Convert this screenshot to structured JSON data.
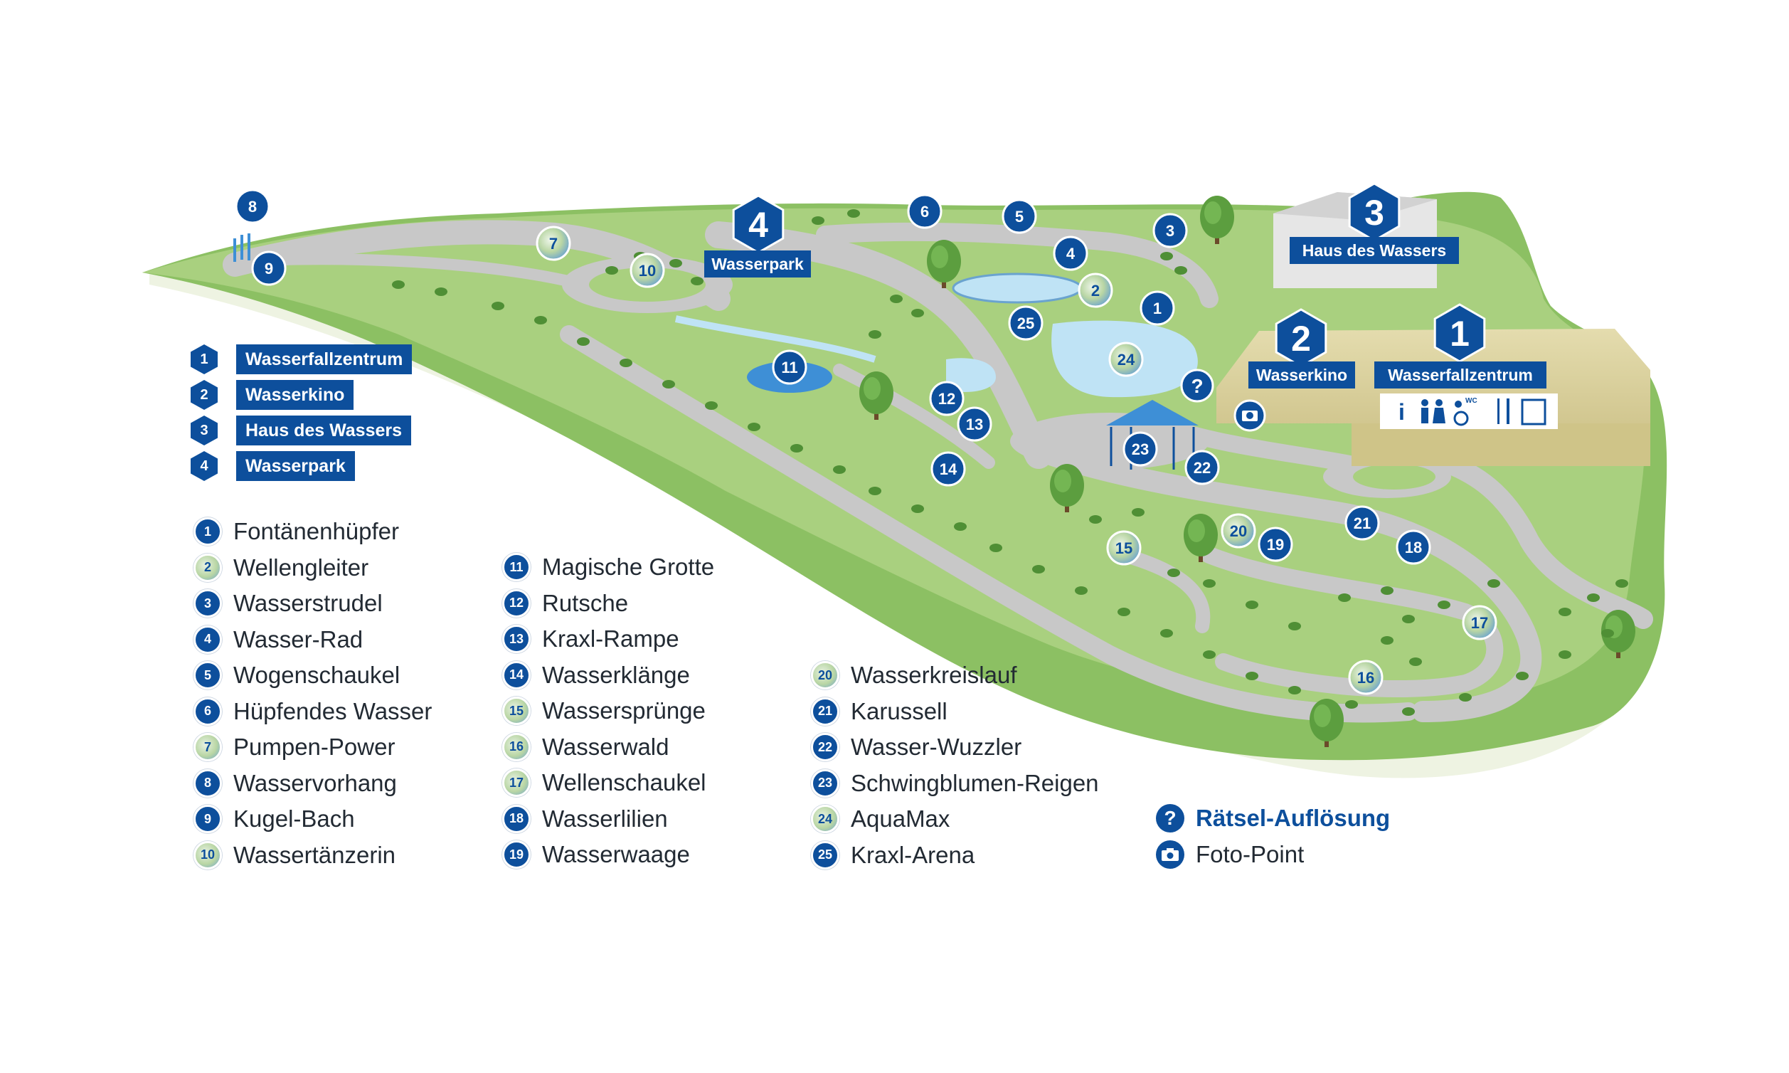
{
  "colors": {
    "brand_blue": "#0d4f9c",
    "grass": "#8cc063",
    "grass_light": "#a9d07f",
    "path": "#c8c8c8",
    "water": "#bfe3f5",
    "building": "#d9cf9b"
  },
  "map": {
    "areas": [
      {
        "num": "1",
        "label": "Wasserfallzentrum"
      },
      {
        "num": "2",
        "label": "Wasserkino"
      },
      {
        "num": "3",
        "label": "Haus des Wassers"
      },
      {
        "num": "4",
        "label": "Wasserpark"
      }
    ],
    "pins": [
      {
        "num": "1",
        "style": "dark"
      },
      {
        "num": "2",
        "style": "light"
      },
      {
        "num": "3",
        "style": "dark"
      },
      {
        "num": "4",
        "style": "dark"
      },
      {
        "num": "5",
        "style": "dark"
      },
      {
        "num": "6",
        "style": "dark"
      },
      {
        "num": "7",
        "style": "light"
      },
      {
        "num": "8",
        "style": "dark"
      },
      {
        "num": "9",
        "style": "dark"
      },
      {
        "num": "10",
        "style": "light"
      },
      {
        "num": "11",
        "style": "dark"
      },
      {
        "num": "12",
        "style": "dark"
      },
      {
        "num": "13",
        "style": "dark"
      },
      {
        "num": "14",
        "style": "dark"
      },
      {
        "num": "15",
        "style": "light"
      },
      {
        "num": "16",
        "style": "light"
      },
      {
        "num": "17",
        "style": "light"
      },
      {
        "num": "18",
        "style": "dark"
      },
      {
        "num": "19",
        "style": "dark"
      },
      {
        "num": "20",
        "style": "light"
      },
      {
        "num": "21",
        "style": "dark"
      },
      {
        "num": "22",
        "style": "dark"
      },
      {
        "num": "23",
        "style": "dark"
      },
      {
        "num": "24",
        "style": "light"
      },
      {
        "num": "25",
        "style": "dark"
      }
    ],
    "facility_icons": [
      "info-icon",
      "toilets-icon",
      "accessible-wc-icon",
      "restaurant-icon",
      "shop-icon"
    ],
    "question_pin": "?",
    "camera_pin": "camera-icon"
  },
  "legend": {
    "areas": [
      {
        "num": "1",
        "label": "Wasserfallzentrum"
      },
      {
        "num": "2",
        "label": "Wasserkino"
      },
      {
        "num": "3",
        "label": "Haus des Wassers"
      },
      {
        "num": "4",
        "label": "Wasserpark"
      }
    ],
    "columns": [
      [
        {
          "num": "1",
          "label": "Fontänenhüpfer",
          "style": "dark"
        },
        {
          "num": "2",
          "label": "Wellengleiter",
          "style": "light"
        },
        {
          "num": "3",
          "label": "Wasserstrudel",
          "style": "dark"
        },
        {
          "num": "4",
          "label": "Wasser-Rad",
          "style": "dark"
        },
        {
          "num": "5",
          "label": "Wogenschaukel",
          "style": "dark"
        },
        {
          "num": "6",
          "label": "Hüpfendes Wasser",
          "style": "dark"
        },
        {
          "num": "7",
          "label": "Pumpen-Power",
          "style": "light"
        },
        {
          "num": "8",
          "label": "Wasservorhang",
          "style": "dark"
        },
        {
          "num": "9",
          "label": "Kugel-Bach",
          "style": "dark"
        },
        {
          "num": "10",
          "label": "Wassertänzerin",
          "style": "light"
        }
      ],
      [
        {
          "num": "11",
          "label": "Magische Grotte",
          "style": "dark"
        },
        {
          "num": "12",
          "label": "Rutsche",
          "style": "dark"
        },
        {
          "num": "13",
          "label": "Kraxl-Rampe",
          "style": "dark"
        },
        {
          "num": "14",
          "label": "Wasserklänge",
          "style": "dark"
        },
        {
          "num": "15",
          "label": "Wassersprünge",
          "style": "light"
        },
        {
          "num": "16",
          "label": "Wasserwald",
          "style": "light"
        },
        {
          "num": "17",
          "label": "Wellenschaukel",
          "style": "light"
        },
        {
          "num": "18",
          "label": "Wasserlilien",
          "style": "dark"
        },
        {
          "num": "19",
          "label": "Wasserwaage",
          "style": "dark"
        }
      ],
      [
        {
          "num": "20",
          "label": "Wasserkreislauf",
          "style": "light"
        },
        {
          "num": "21",
          "label": "Karussell",
          "style": "dark"
        },
        {
          "num": "22",
          "label": "Wasser-Wuzzler",
          "style": "dark"
        },
        {
          "num": "23",
          "label": "Schwingblumen-Reigen",
          "style": "dark"
        },
        {
          "num": "24",
          "label": "AquaMax",
          "style": "light"
        },
        {
          "num": "25",
          "label": "Kraxl-Arena",
          "style": "dark"
        }
      ]
    ],
    "special": [
      {
        "icon": "?",
        "label": "Rätsel-Auflösung"
      },
      {
        "icon": "camera-icon",
        "label": "Foto-Point"
      }
    ]
  }
}
